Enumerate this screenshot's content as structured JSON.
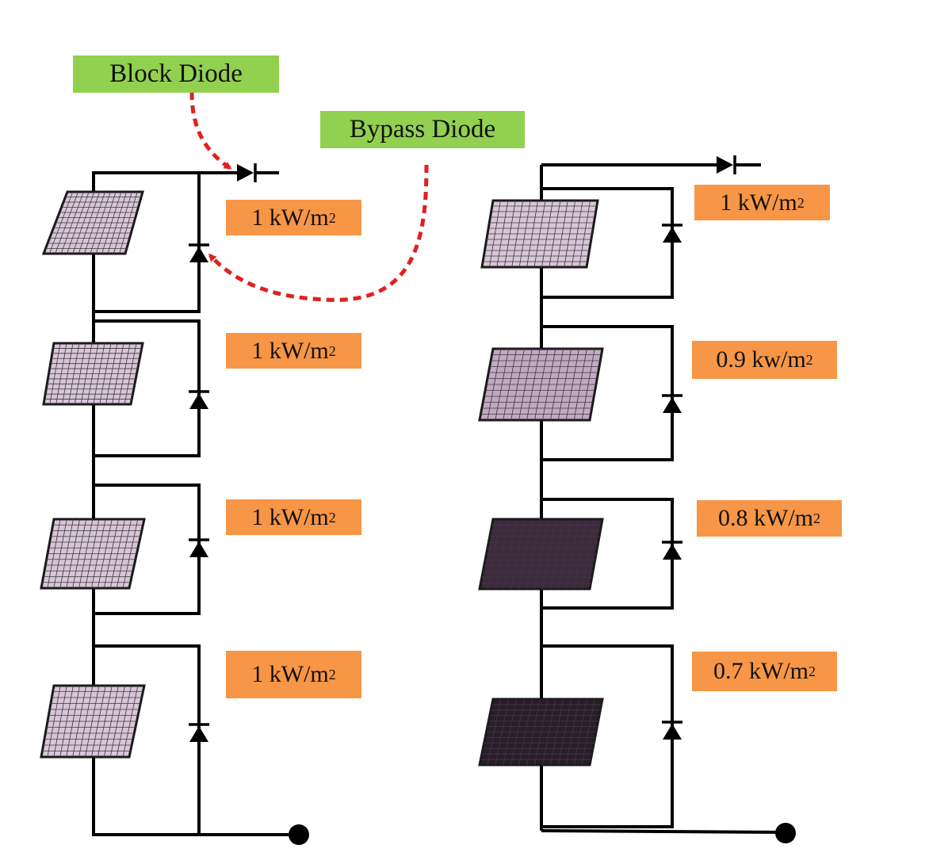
{
  "labels": {
    "block_diode": "Block Diode",
    "bypass_diode": "Bypass Diode"
  },
  "strings": [
    {
      "modules": [
        {
          "irradiance": "1 kW/m",
          "sup": "2",
          "shade": "#d8c6d8"
        },
        {
          "irradiance": "1 kW/m",
          "sup": "2",
          "shade": "#d8c6d8"
        },
        {
          "irradiance": "1 kW/m",
          "sup": "2",
          "shade": "#d8c6d8"
        },
        {
          "irradiance": "1 kW/m",
          "sup": "2",
          "shade": "#d8c6d8"
        }
      ]
    },
    {
      "modules": [
        {
          "irradiance": "1 kW/m",
          "sup": "2",
          "shade": "#d8c6d8"
        },
        {
          "irradiance": "0.9 kw/m",
          "sup": "2",
          "shade": "#c2a9c2"
        },
        {
          "irradiance": "0.8 kW/m",
          "sup": "2",
          "shade": "#3e2a3e"
        },
        {
          "irradiance": "0.7 kW/m",
          "sup": "2",
          "shade": "#2a1c2a"
        }
      ]
    }
  ],
  "colors": {
    "label_green": "#92d050",
    "label_orange": "#f79646",
    "arrow_red": "#e02020",
    "wire": "#000000"
  }
}
